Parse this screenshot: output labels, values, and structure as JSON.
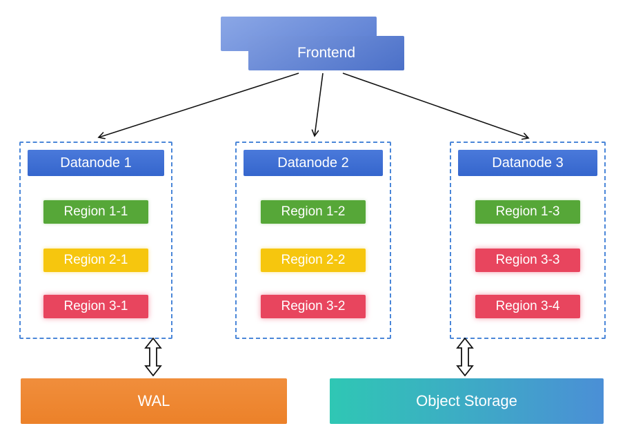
{
  "frontend": {
    "label": "Frontend"
  },
  "datanodes": [
    {
      "label": "Datanode 1",
      "regions": [
        {
          "label": "Region 1-1",
          "color": "green"
        },
        {
          "label": "Region 2-1",
          "color": "yellow"
        },
        {
          "label": "Region 3-1",
          "color": "red"
        }
      ]
    },
    {
      "label": "Datanode 2",
      "regions": [
        {
          "label": "Region 1-2",
          "color": "green"
        },
        {
          "label": "Region 2-2",
          "color": "yellow"
        },
        {
          "label": "Region 3-2",
          "color": "red"
        }
      ]
    },
    {
      "label": "Datanode 3",
      "regions": [
        {
          "label": "Region 1-3",
          "color": "green"
        },
        {
          "label": "Region 3-3",
          "color": "red"
        },
        {
          "label": "Region 3-4",
          "color": "red"
        }
      ]
    }
  ],
  "storage": {
    "wal_label": "WAL",
    "object_storage_label": "Object Storage"
  },
  "colors": {
    "frontend_blue": "#4b70c8",
    "datanode_header_blue": "#3a6ed4",
    "dashed_border_blue": "#4a86d8",
    "region_green": "#56a738",
    "region_yellow": "#f6c60e",
    "region_red": "#e8455e",
    "wal_orange": "#ec8129",
    "object_storage_teal": "#2fc7b4",
    "object_storage_blue": "#4b8fd6",
    "arrow_black": "#111111"
  }
}
